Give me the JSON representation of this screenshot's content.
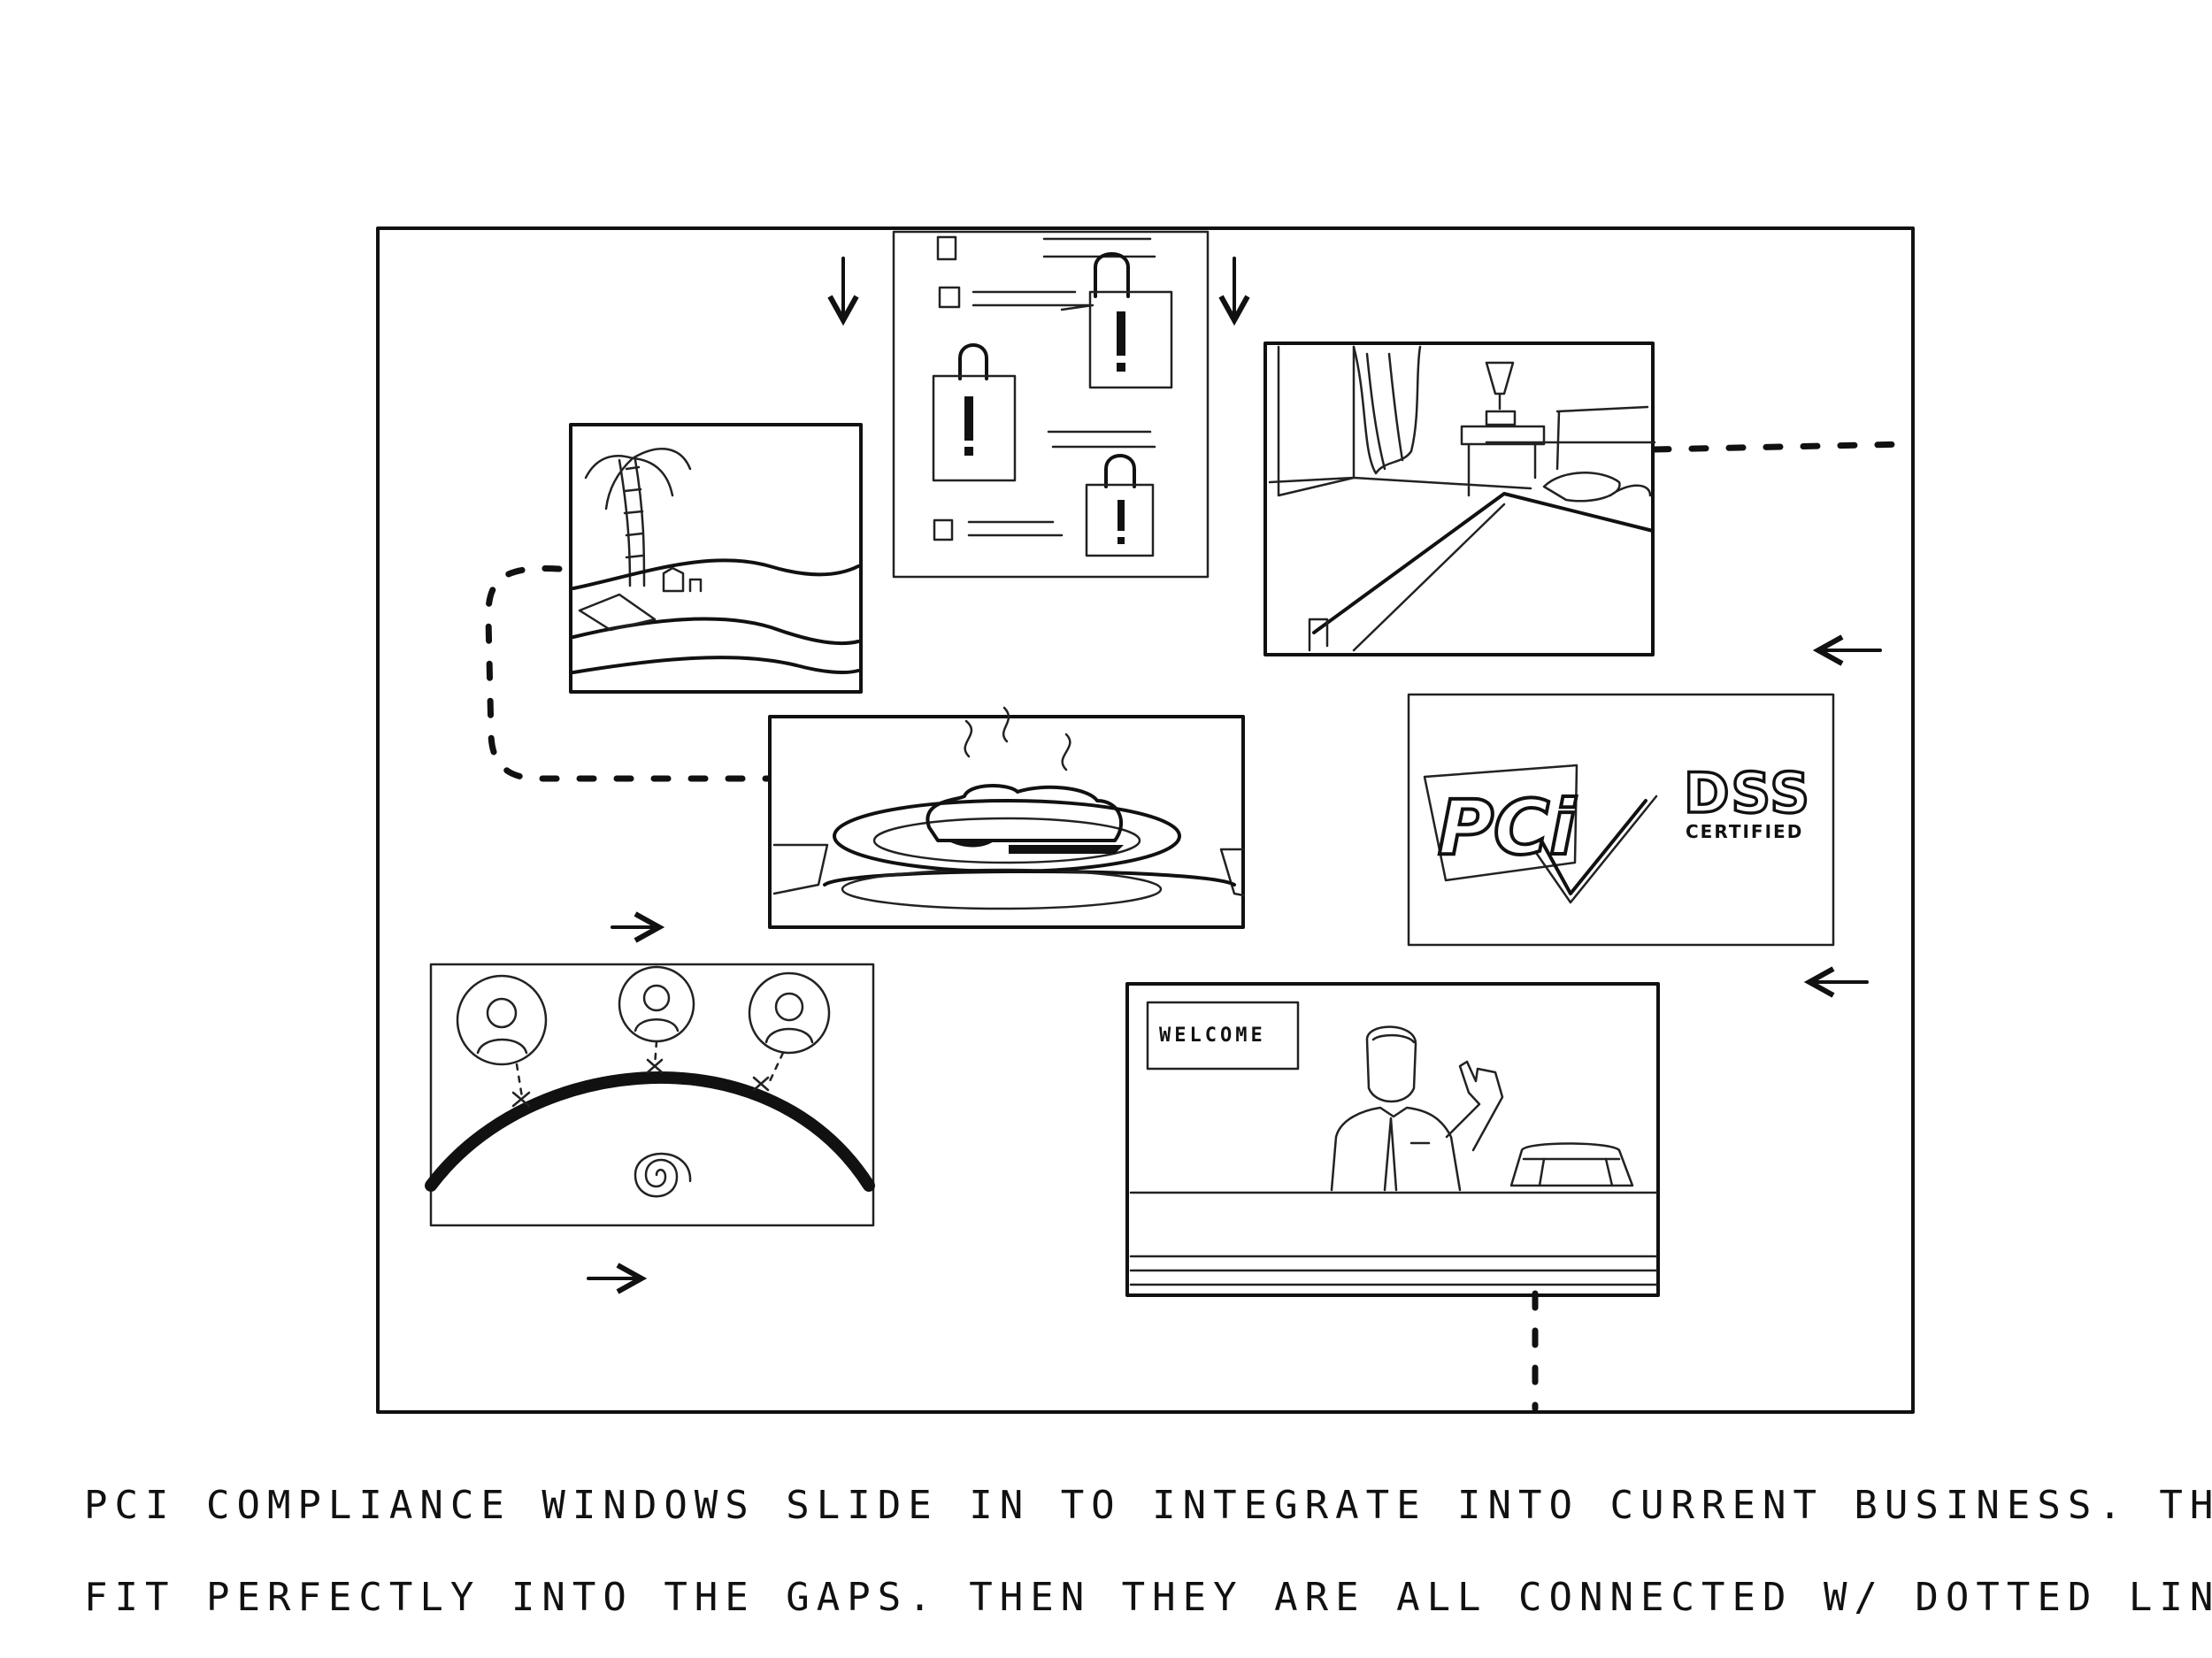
{
  "panels": {
    "hotel_sign": "WELCOME",
    "pci_logo": "PCi",
    "pci_dss": "DSS",
    "pci_certified": "CERTIFIED"
  },
  "caption": {
    "line_1": "PCI COMPLIANCE WINDOWS SLIDE IN TO INTEGRATE INTO CURRENT BUSINESS. THEY",
    "line_2": "FIT PERFECTLY INTO THE GAPS. THEN THEY ARE ALL CONNECTED W/ DOTTED LINES."
  }
}
